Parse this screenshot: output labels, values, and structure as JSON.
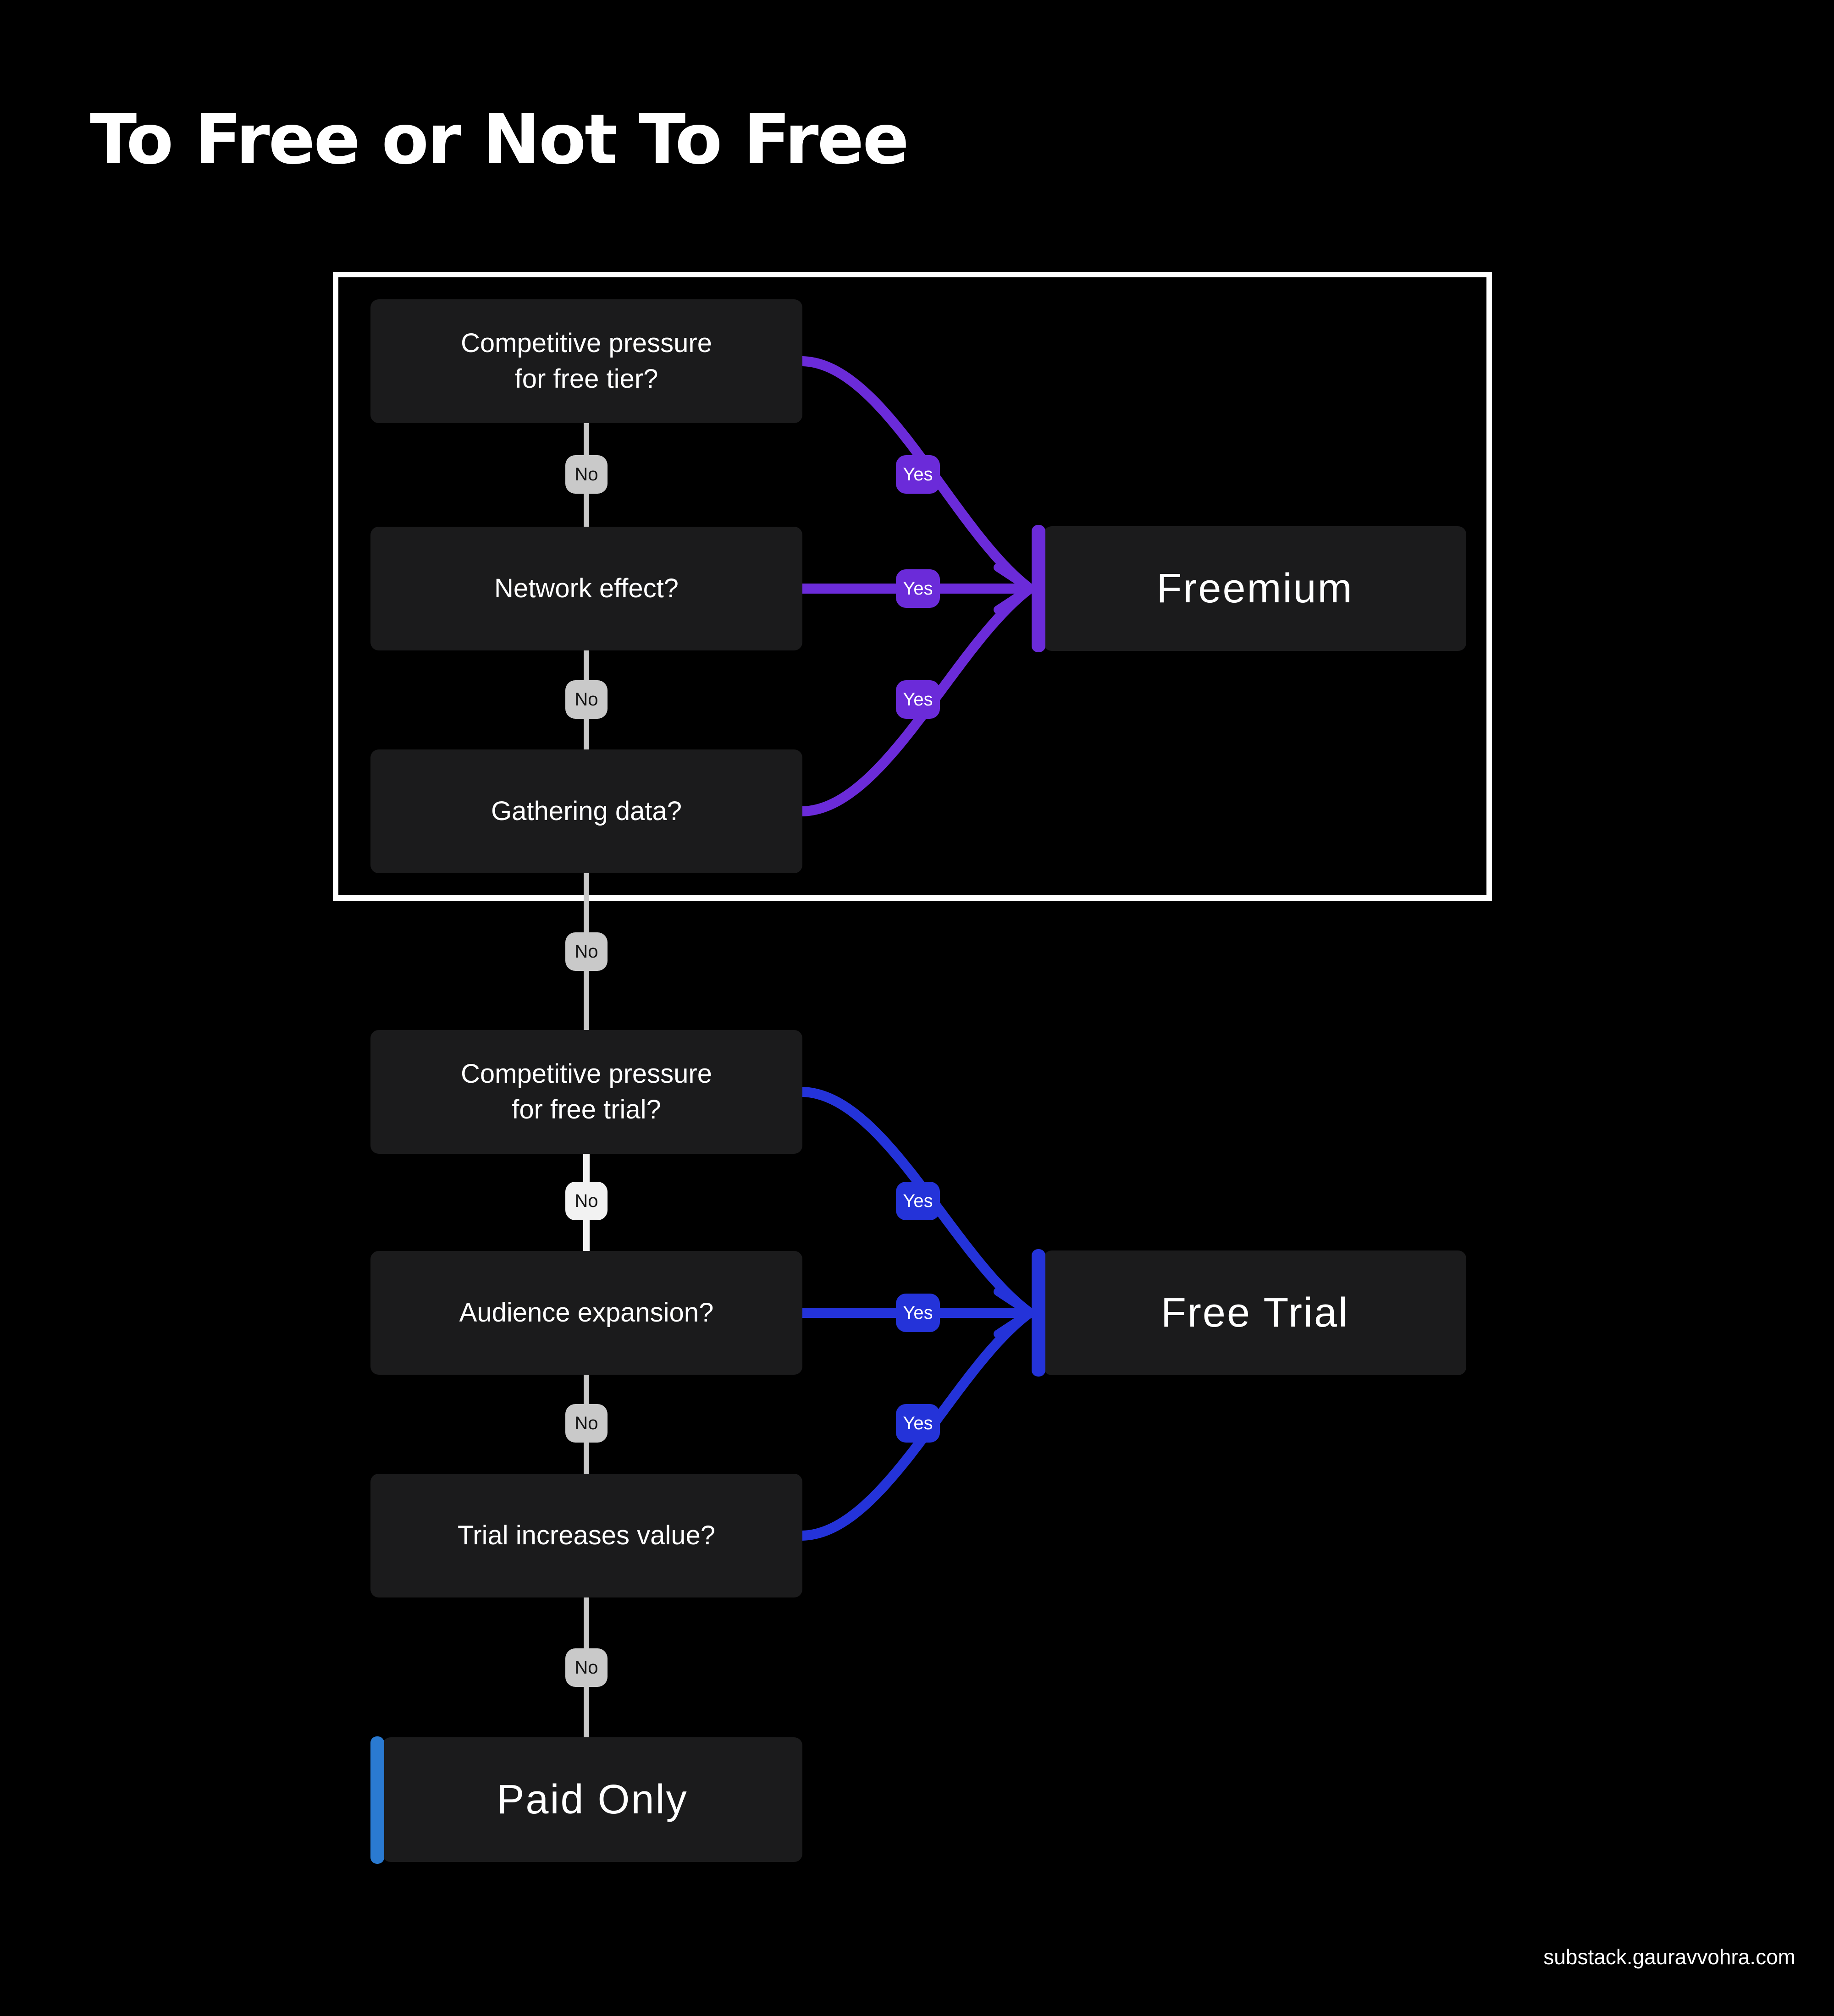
{
  "title": "To Free or Not To Free",
  "footer": "substack.gauravvohra.com",
  "labels": {
    "yes": "Yes",
    "no": "No"
  },
  "colors": {
    "background": "#000000",
    "box_bg": "#1B1B1C",
    "frame_border": "#FFFFFF",
    "freemium_accent": "#6B2BD9",
    "free_trial_accent": "#2433D9",
    "paid_only_accent": "#2A7AD1",
    "no_connector": "#C9C9C9",
    "no_connector_highlight": "#F2F2F2",
    "text": "#FFFFFF",
    "no_badge_text": "#141414"
  },
  "freemium_path": {
    "questions": {
      "free_tier": {
        "line1": "Competitive pressure",
        "line2": "for free tier?"
      },
      "network_effect": {
        "line1": "Network effect?",
        "line2": ""
      },
      "gathering_data": {
        "line1": "Gathering data?",
        "line2": ""
      }
    },
    "result": "Freemium"
  },
  "free_trial_path": {
    "questions": {
      "free_trial_pressure": {
        "line1": "Competitive pressure",
        "line2": "for free trial?"
      },
      "audience_expansion": {
        "line1": "Audience expansion?",
        "line2": ""
      },
      "trial_value": {
        "line1": "Trial increases value?",
        "line2": ""
      }
    },
    "result": "Free Trial"
  },
  "paid_only_path": {
    "result": "Paid Only"
  }
}
